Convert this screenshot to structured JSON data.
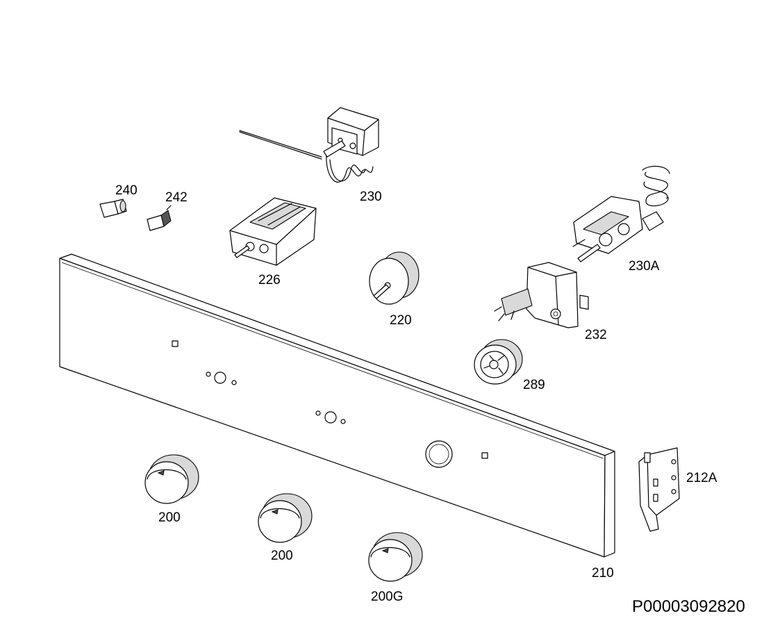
{
  "diagram": {
    "parts": [
      {
        "id": "thermostat",
        "label": "230"
      },
      {
        "id": "indicator-lamp",
        "label": "240"
      },
      {
        "id": "lamp-connector",
        "label": "242"
      },
      {
        "id": "selector-switch",
        "label": "226"
      },
      {
        "id": "timer",
        "label": "220"
      },
      {
        "id": "gas-valve",
        "label": "230A"
      },
      {
        "id": "microswitch",
        "label": "232"
      },
      {
        "id": "knob-bush",
        "label": "289"
      },
      {
        "id": "control-panel",
        "label": "210"
      },
      {
        "id": "panel-bracket",
        "label": "212A"
      },
      {
        "id": "knob-1",
        "label": "200"
      },
      {
        "id": "knob-2",
        "label": "200"
      },
      {
        "id": "knob-3",
        "label": "200G"
      }
    ],
    "document_id": "P00003092820"
  }
}
